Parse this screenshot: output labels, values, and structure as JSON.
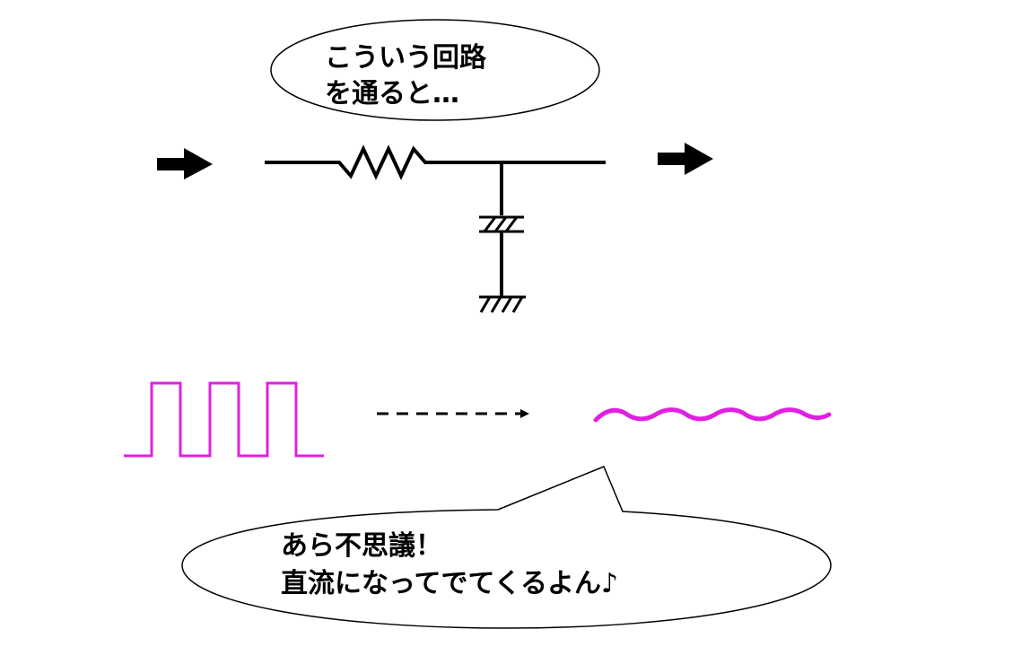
{
  "top_bubble": {
    "line1": "こういう回路",
    "line2": "を通ると…"
  },
  "bottom_bubble": {
    "line1": "あら不思議！",
    "line2": "直流になってでてくるよん♪"
  },
  "colors": {
    "ink": "#000000",
    "waveform": "#e020e0",
    "bubble_fill": "#ffffff"
  },
  "icons": {
    "input_arrow": "right-arrow-icon",
    "output_arrow": "right-arrow-icon",
    "resistor": "resistor-symbol",
    "capacitor": "capacitor-symbol",
    "ground": "ground-symbol",
    "transform_arrow": "dashed-arrow-icon"
  }
}
